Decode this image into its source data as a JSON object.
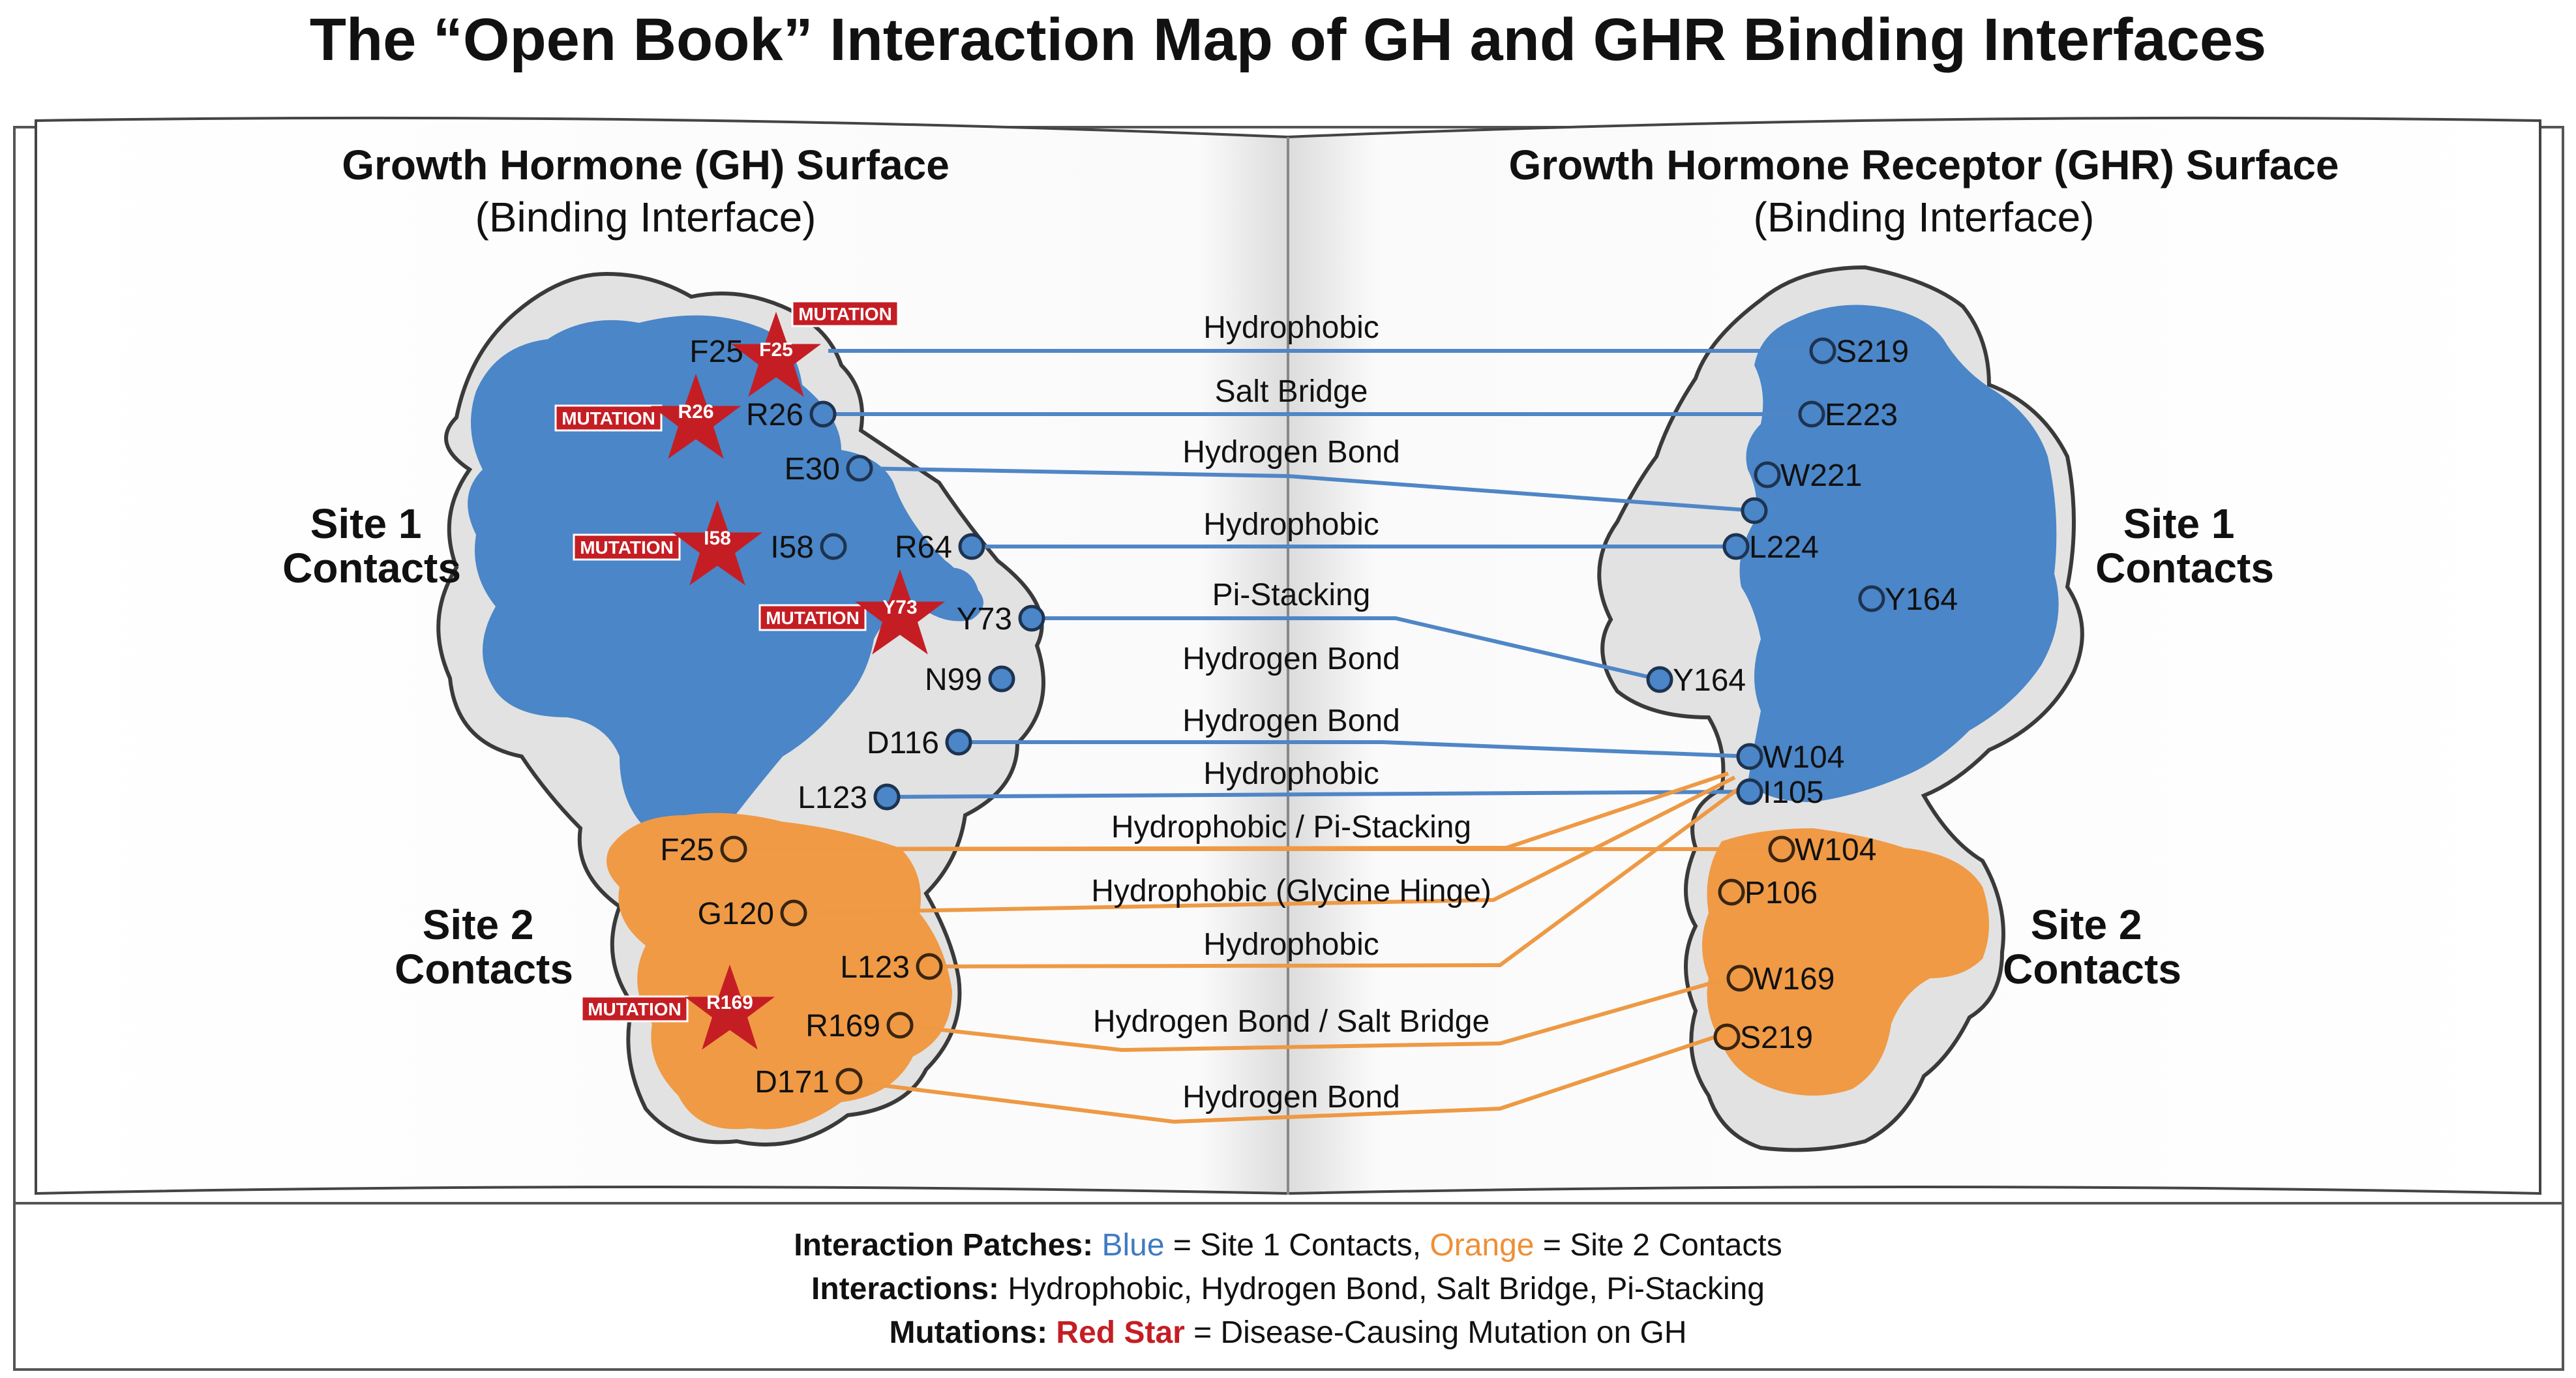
{
  "title": "The “Open Book” Interaction Map of GH and GHR Binding Interfaces",
  "colors": {
    "site1": "#4a86c8",
    "site2": "#f09a45",
    "mutation": "#c41e24",
    "link_site1": "#4f86c6",
    "link_site2": "#ee9944"
  },
  "left_page": {
    "heading": "Growth Hormone (GH) Surface",
    "subheading": "(Binding Interface)"
  },
  "right_page": {
    "heading": "Growth Hormone Receptor (GHR) Surface",
    "subheading": "(Binding Interface)"
  },
  "site_labels": {
    "left_site1": [
      "Site 1",
      "Contacts"
    ],
    "left_site2": [
      "Site 2",
      "Contacts"
    ],
    "right_site1": [
      "Site 1",
      "Contacts"
    ],
    "right_site2": [
      "Site 2",
      "Contacts"
    ]
  },
  "gh_residues": [
    "F25",
    "R26",
    "E30",
    "I58",
    "R64",
    "Y73",
    "N99",
    "D116",
    "L123",
    "F25",
    "G120",
    "L123",
    "R169",
    "D171"
  ],
  "ghr_residues": [
    "S219",
    "E223",
    "W221",
    "L224",
    "Y164",
    "Y164",
    "W104",
    "I105",
    "W104",
    "P106",
    "W169",
    "S219"
  ],
  "interactions": [
    "Hydrophobic",
    "Salt Bridge",
    "Hydrogen Bond",
    "Hydrophobic",
    "Pi-Stacking",
    "Hydrogen Bond",
    "Hydrogen Bond",
    "Hydrophobic",
    "Hydrophobic / Pi-Stacking",
    "Hydrophobic (Glycine Hinge)",
    "Hydrophobic",
    "Hydrogen Bond / Salt Bridge",
    "Hydrogen Bond"
  ],
  "mutations": {
    "tag": "MUTATION",
    "stars": [
      "F25",
      "R26",
      "I58",
      "Y73",
      "R169"
    ]
  },
  "legend": {
    "line1": {
      "label": "Interaction Patches:",
      "blue": "Blue",
      "blue_text": " = Site 1 Contacts, ",
      "orange": "Orange",
      "orange_text": " = Site 2 Contacts"
    },
    "line2": {
      "label": "Interactions:",
      "text": " Hydrophobic, Hydrogen Bond, Salt Bridge, Pi-Stacking"
    },
    "line3": {
      "label": "Mutations:",
      "red": "Red Star",
      "text": " = Disease-Causing Mutation on GH"
    }
  }
}
